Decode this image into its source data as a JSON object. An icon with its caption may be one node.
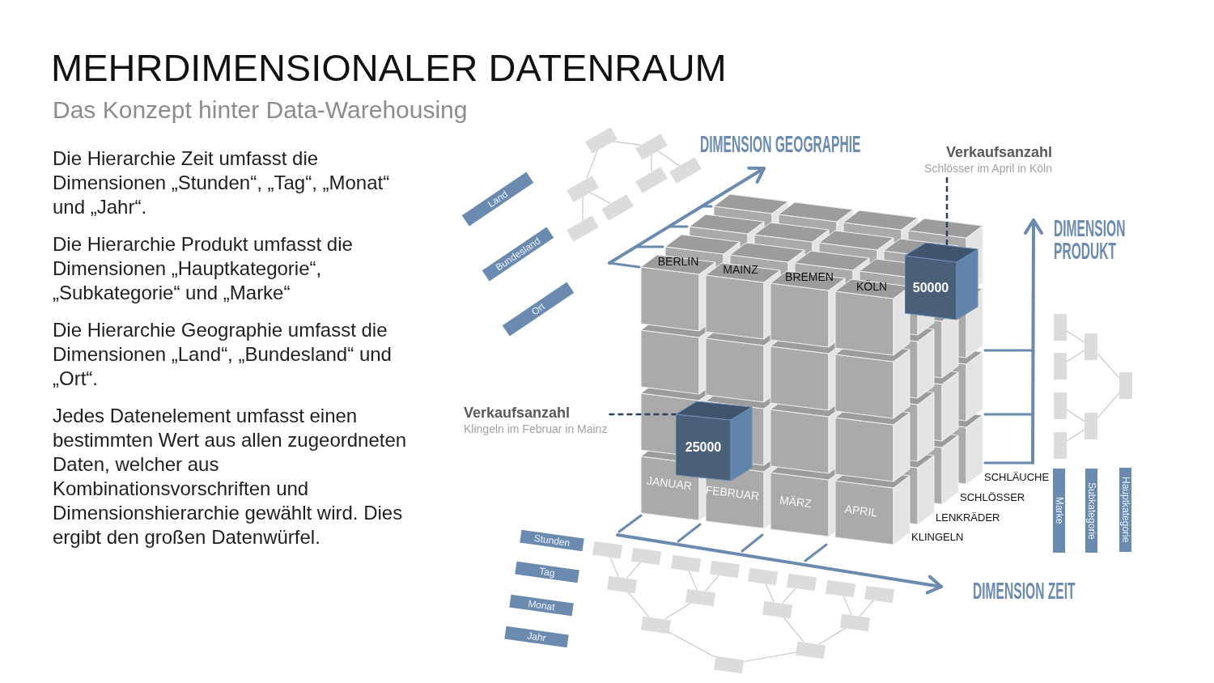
{
  "diagram": {
    "title": "MEHRDIMENSIONALER DATENRAUM",
    "nodes": [
      {
        "text": [
          "Land"
        ]
      },
      {
        "text": [
          "Bundesland"
        ]
      },
      {
        "text": [
          "Ort"
        ]
      },
      {
        "text": [],
        "shape": "box"
      },
      {
        "text": [],
        "shape": "box"
      },
      {
        "text": [],
        "shape": "box"
      },
      {
        "text": [],
        "shape": "box"
      },
      {
        "text": [],
        "shape": "box"
      },
      {
        "text": [],
        "shape": "box"
      },
      {
        "text": [],
        "shape": "box"
      },
      {
        "text": [
          "Verkaufsanzahl",
          "Schlösser im April in Köln"
        ]
      },
      {
        "text": [
          "50000"
        ]
      },
      {
        "text": [
          "Verkaufsanzahl",
          "Klingeln im Februar in Mainz"
        ]
      },
      {
        "text": [
          "25000"
        ]
      },
      {
        "text": [],
        "shape": "box"
      },
      {
        "text": [],
        "shape": "box"
      },
      {
        "text": [],
        "shape": "box"
      },
      {
        "text": [],
        "shape": "box"
      },
      {
        "text": [],
        "shape": "box"
      },
      {
        "text": [],
        "shape": "box"
      },
      {
        "text": [],
        "shape": "box"
      },
      {
        "text": [
          "Marke"
        ]
      },
      {
        "text": [
          "Subkategorie"
        ]
      },
      {
        "text": [
          "Hauptkategorie"
        ]
      },
      {
        "text": [
          "Stunden"
        ]
      },
      {
        "text": [
          "Tag"
        ]
      },
      {
        "text": [
          "Monat"
        ]
      },
      {
        "text": [
          "Jahr"
        ]
      },
      {
        "text": [],
        "shape": "box"
      },
      {
        "text": [],
        "shape": "box"
      },
      {
        "text": [],
        "shape": "box"
      },
      {
        "text": [],
        "shape": "box"
      },
      {
        "text": [],
        "shape": "box"
      },
      {
        "text": [],
        "shape": "box"
      },
      {
        "text": [],
        "shape": "box"
      },
      {
        "text": [],
        "shape": "box"
      },
      {
        "text": [],
        "shape": "box"
      },
      {
        "text": [],
        "shape": "box"
      },
      {
        "text": [],
        "shape": "box"
      },
      {
        "text": [],
        "shape": "box"
      },
      {
        "text": [],
        "shape": "box"
      },
      {
        "text": [],
        "shape": "box"
      },
      {
        "text": [],
        "shape": "box"
      }
    ],
    "edges": [
      {
        "from": 3,
        "to": 4,
        "arrow": "none"
      },
      {
        "from": 3,
        "to": 6,
        "arrow": "none"
      },
      {
        "from": 4,
        "to": 5,
        "arrow": "none"
      },
      {
        "from": 4,
        "to": 7,
        "arrow": "none"
      },
      {
        "from": 6,
        "to": 8,
        "arrow": "none"
      },
      {
        "from": 6,
        "to": 9,
        "arrow": "none"
      },
      {
        "from": 10,
        "to": 11,
        "arrow": "none",
        "style": "dashed",
        "color": "#2f4159"
      },
      {
        "from": 12,
        "to": 13,
        "arrow": "none",
        "style": "dashed",
        "color": "#2f4159"
      },
      {
        "from": 20,
        "to": 18,
        "arrow": "none"
      },
      {
        "from": 20,
        "to": 19,
        "arrow": "none"
      },
      {
        "from": 18,
        "to": 14,
        "arrow": "none"
      },
      {
        "from": 18,
        "to": 15,
        "arrow": "none"
      },
      {
        "from": 19,
        "to": 16,
        "arrow": "none"
      },
      {
        "from": 19,
        "to": 17,
        "arrow": "none"
      },
      {
        "from": 42,
        "to": 40,
        "arrow": "none"
      },
      {
        "from": 42,
        "to": 41,
        "arrow": "none"
      },
      {
        "from": 40,
        "to": 36,
        "arrow": "none"
      },
      {
        "from": 40,
        "to": 37,
        "arrow": "none"
      },
      {
        "from": 41,
        "to": 38,
        "arrow": "none"
      },
      {
        "from": 41,
        "to": 39,
        "arrow": "none"
      },
      {
        "from": 36,
        "to": 28,
        "arrow": "none"
      },
      {
        "from": 36,
        "to": 29,
        "arrow": "none"
      },
      {
        "from": 37,
        "to": 30,
        "arrow": "none"
      },
      {
        "from": 37,
        "to": 31,
        "arrow": "none"
      },
      {
        "from": 38,
        "to": 32,
        "arrow": "none"
      },
      {
        "from": 38,
        "to": 33,
        "arrow": "none"
      },
      {
        "from": 39,
        "to": 34,
        "arrow": "none"
      },
      {
        "from": 39,
        "to": 35,
        "arrow": "none"
      }
    ],
    "labels": [
      "Das Konzept hinter Data-Warehousing",
      "Die Hierarchie Zeit umfasst die Dimensionen „Stunden“, „Tag“, „Monat“ und „Jahr“.",
      "Die Hierarchie Produkt umfasst die Dimensionen „Hauptkategorie“, „Subkategorie“ und „Marke“",
      "Die Hierarchie Geographie umfasst die Dimensionen „Land“, „Bundesland“ und „Ort“.",
      "Jedes Datenelement umfasst einen bestimmten Wert aus allen zugeordneten Daten, welcher aus Kombinationsvorschriften und Dimensionshierarchie gewählt wird. Dies ergibt den großen Datenwürfel.",
      "DIMENSION GEOGRAPHIE",
      "DIMENSION PRODUKT",
      "BERLIN",
      "MAINZ",
      "BREMEN",
      "KÖLN",
      "JANUAR",
      "FEBRUAR",
      "MÄRZ",
      "APRIL",
      "SCHLÄUCHE",
      "SCHLÖSSER",
      "LENKRÄDER",
      "KLINGELN",
      "DIMENSION ZEIT"
    ]
  }
}
